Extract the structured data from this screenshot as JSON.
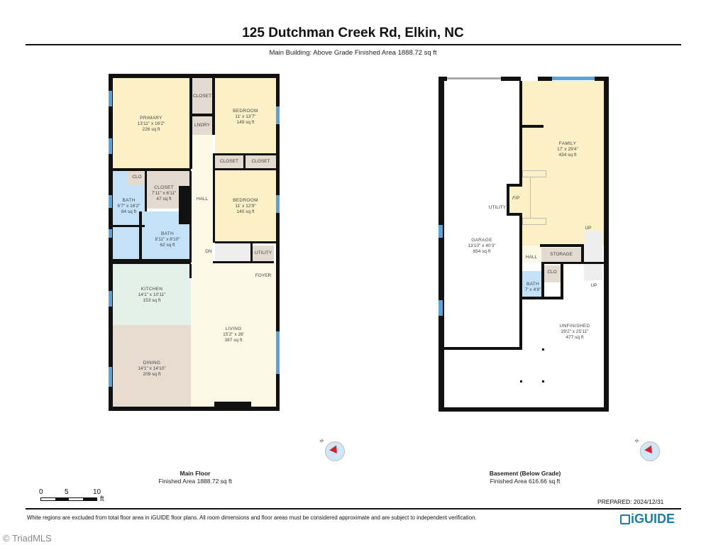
{
  "header": {
    "title": "125 Dutchman Creek Rd, Elkin, NC",
    "subtitle": "Main Building: Above Grade Finished Area 1888.72 sq ft"
  },
  "main_floor": {
    "caption_title": "Main Floor",
    "caption_area": "Finished Area 1888.72 sq ft",
    "rooms": [
      {
        "name": "PRIMARY",
        "dims": "13'11\" x 16'2\"",
        "area": "226 sq ft"
      },
      {
        "name": "BEDROOM",
        "dims": "11' x 13'7\"",
        "area": "149 sq ft"
      },
      {
        "name": "BEDROOM",
        "dims": "11' x 12'9\"",
        "area": "140 sq ft"
      },
      {
        "name": "CLOSET",
        "dims": "7'11\" x 6'11\"",
        "area": "47 sq ft"
      },
      {
        "name": "BATH",
        "dims": "6'7\" x 16'2\"",
        "area": "84 sq ft"
      },
      {
        "name": "BATH",
        "dims": "8'11\" x 8'10\"",
        "area": "62 sq ft"
      },
      {
        "name": "KITCHEN",
        "dims": "14'1\" x 10'11\"",
        "area": "153 sq ft"
      },
      {
        "name": "DINING",
        "dims": "14'1\" x 14'10\"",
        "area": "209 sq ft"
      },
      {
        "name": "LIVING",
        "dims": "15'2\" x 26'",
        "area": "387 sq ft"
      }
    ],
    "tags": {
      "closet_top": "CLOSET",
      "lndry": "LNDRY",
      "closet_a": "CLOSET",
      "closet_b": "CLOSET",
      "clo": "CLO",
      "hall": "HALL",
      "utility": "UTILITY",
      "foyer": "FOYER",
      "dn": "DN"
    }
  },
  "basement": {
    "caption_title": "Basement (Below Grade)",
    "caption_area": "Finished Area 616.66 sq ft",
    "rooms": [
      {
        "name": "FAMILY",
        "dims": "17' x 29'4\"",
        "area": "434 sq ft"
      },
      {
        "name": "GARAGE",
        "dims": "13'10\" x 40'3\"",
        "area": "654 sq ft"
      },
      {
        "name": "UNFINISHED",
        "dims": "29'2\" x 25'11\"",
        "area": "477 sq ft"
      },
      {
        "name": "BATH",
        "dims": "7' x 4'8\"",
        "area": ""
      }
    ],
    "tags": {
      "utility": "UTILITY",
      "fp": "F/P",
      "hall": "HALL",
      "storage": "STORAGE",
      "clo": "CLO",
      "up_top": "UP",
      "up_bottom": "UP"
    }
  },
  "scale": {
    "ticks": [
      "0",
      "5",
      "10"
    ],
    "unit": "ft"
  },
  "compass": {
    "north_label": "N"
  },
  "footer": {
    "prepared": "PREPARED: 2024/12/31",
    "disclaimer": "White regions are excluded from total floor area in iGUIDE floor plans. All room dimensions and floor areas must be considered approximate and are subject to independent verification.",
    "logo": "iGUIDE",
    "watermark": "© TriadMLS"
  },
  "colors": {
    "bedroom": "#fcf0c6",
    "living": "#fef9e6",
    "bath": "#c3e2f7",
    "closet": "#e3dbd0",
    "kitchen": "#e4f1ea",
    "dining": "#e6dccf",
    "window": "#5ba3d6",
    "logo": "#1a7ea8"
  }
}
